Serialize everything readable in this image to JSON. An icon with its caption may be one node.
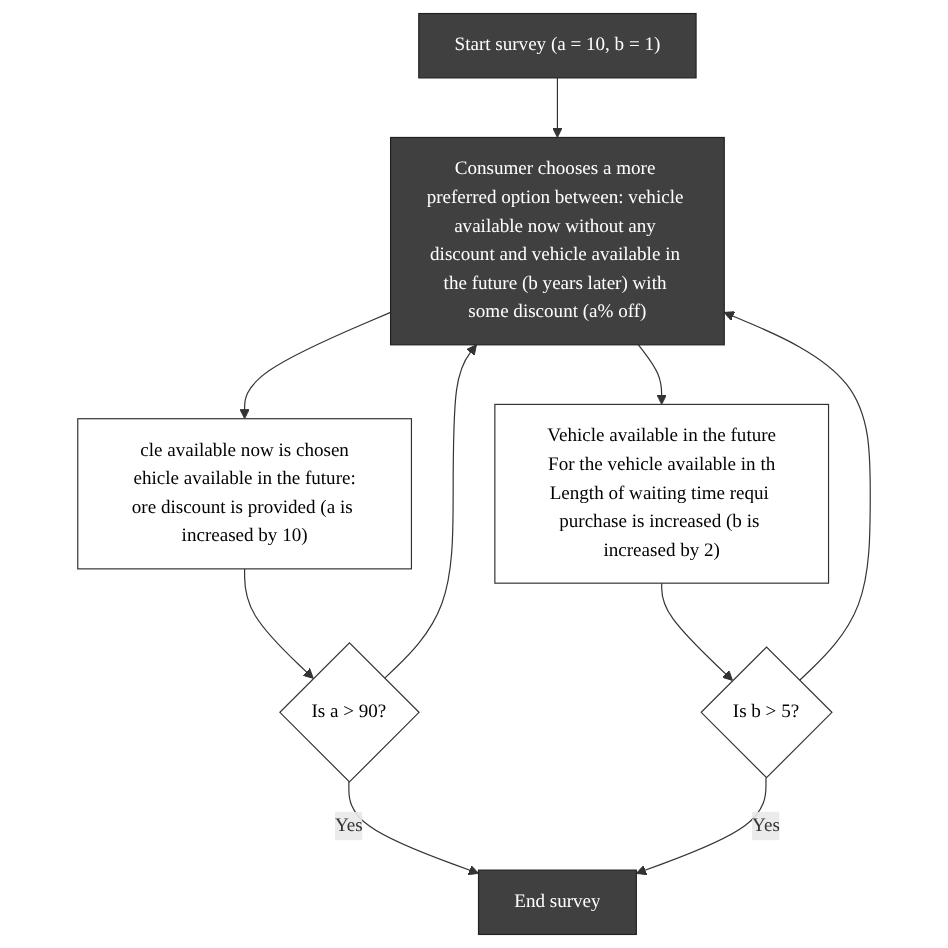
{
  "diagram": {
    "nodes": [
      {
        "text": [
          "Start survey (a = 10, b = 1)"
        ]
      },
      {
        "text": [
          "Consumer chooses a more preferred option between: vehicle available now without any discount and vehicle available in the future (b years later) with some discount (a% off)"
        ]
      },
      {
        "text": [
          "cle available now is chosen",
          "ehicle available in the future:",
          "ore discount is provided (a is increased by 10)"
        ]
      },
      {
        "text": [
          "Vehicle available in the future",
          "For the vehicle available in th",
          "Length of waiting time requi purchase is increased (b is increased by 2)"
        ]
      },
      {
        "text": [
          "Is a > 90?"
        ]
      },
      {
        "text": [
          "Is b > 5?"
        ]
      },
      {
        "text": [
          "End survey"
        ]
      }
    ],
    "edges": [
      {
        "from": 0,
        "to": 1,
        "arrow": "to"
      },
      {
        "from": 1,
        "to": 2,
        "arrow": "to"
      },
      {
        "from": 1,
        "to": 3,
        "arrow": "to"
      },
      {
        "from": 2,
        "to": 4,
        "arrow": "to"
      },
      {
        "from": 3,
        "to": 5,
        "arrow": "to"
      },
      {
        "from": 4,
        "to": 6,
        "arrow": "to",
        "label": "Yes"
      },
      {
        "from": 5,
        "to": 6,
        "arrow": "to",
        "label": "Yes"
      },
      {
        "from": 4,
        "to": 1,
        "arrow": "to"
      },
      {
        "from": 5,
        "to": 1,
        "arrow": "to"
      }
    ]
  }
}
